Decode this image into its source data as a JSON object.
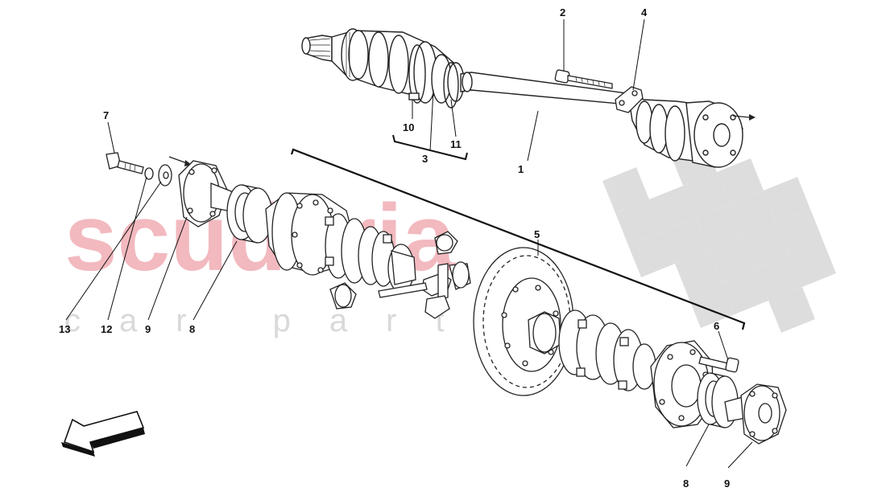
{
  "watermark": {
    "brand": "scuderia",
    "sub": "car parts",
    "brand_color": "#f2b9bf",
    "checker_color": "#d8d8d8"
  },
  "callouts": [
    {
      "id": "1",
      "text": "1"
    },
    {
      "id": "2",
      "text": "2"
    },
    {
      "id": "3",
      "text": "3"
    },
    {
      "id": "4",
      "text": "4"
    },
    {
      "id": "5",
      "text": "5"
    },
    {
      "id": "6",
      "text": "6"
    },
    {
      "id": "7",
      "text": "7"
    },
    {
      "id": "8a",
      "text": "8"
    },
    {
      "id": "8b",
      "text": "8"
    },
    {
      "id": "9a",
      "text": "9"
    },
    {
      "id": "9b",
      "text": "9"
    },
    {
      "id": "10",
      "text": "10"
    },
    {
      "id": "11",
      "text": "11"
    },
    {
      "id": "12",
      "text": "12"
    },
    {
      "id": "13",
      "text": "13"
    }
  ],
  "direction_arrow_icon": "front-direction-arrow-icon"
}
